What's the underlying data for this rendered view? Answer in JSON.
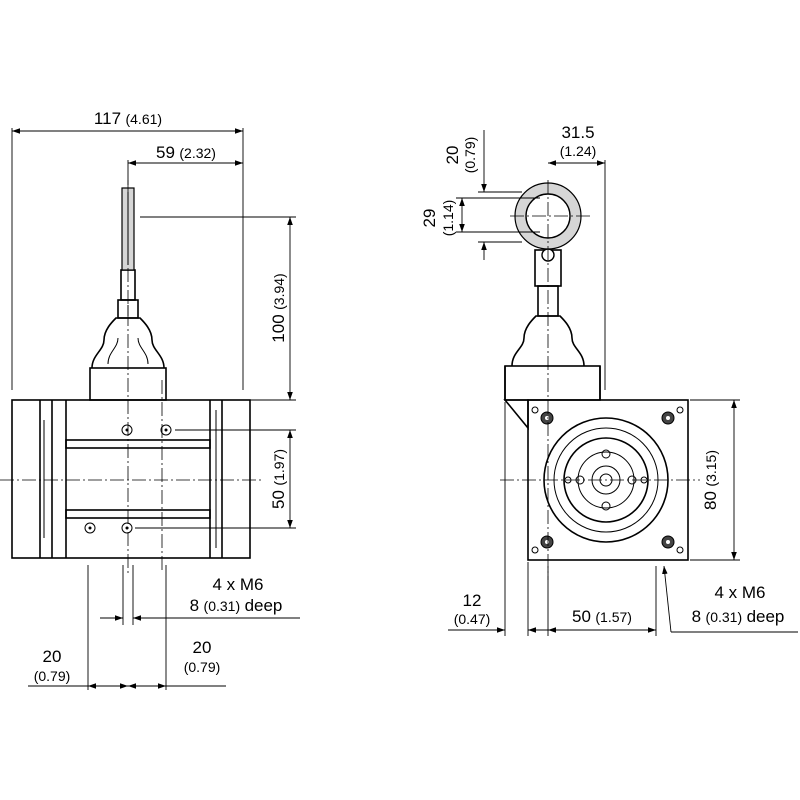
{
  "side_view": {
    "overall_width": {
      "value": "117",
      "alt": "(4.61)"
    },
    "cable_offset": {
      "value": "59",
      "alt": "(2.32)"
    },
    "cable_height": {
      "value": "100",
      "alt": "(3.94)"
    },
    "hole_spacing_v": {
      "value": "50",
      "alt": "(1.97)"
    },
    "thread_count": "4 x M6",
    "thread_depth": {
      "value": "8",
      "alt": "(0.31)",
      "suffix": "deep"
    },
    "left_20": {
      "value": "20",
      "alt": "(0.79)"
    },
    "right_20": {
      "value": "20",
      "alt": "(0.79)"
    }
  },
  "front_view": {
    "eye_offset_v": {
      "value": "20",
      "alt": "(0.79)"
    },
    "eye_diameter": {
      "value": "29",
      "alt": "(1.14)"
    },
    "eye_offset_h": {
      "value": "31.5",
      "alt": "(1.24)"
    },
    "body_height": {
      "value": "80",
      "alt": "(3.15)"
    },
    "flange_offset": {
      "value": "12",
      "alt": "(0.47)"
    },
    "hole_spacing_h": {
      "value": "50",
      "alt": "(1.57)"
    },
    "thread_count": "4 x M6",
    "thread_depth": {
      "value": "8",
      "alt": "(0.31)",
      "suffix": "deep"
    }
  }
}
